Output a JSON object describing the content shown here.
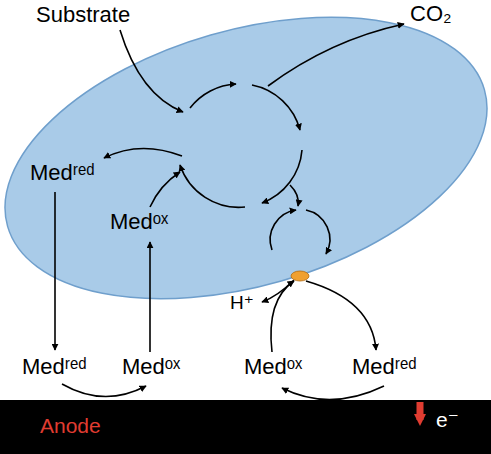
{
  "diagram": {
    "nodes": [
      {
        "text": [
          "Medʳᵉᵈ",
          "Medᵒˣ"
        ]
      },
      {
        "text": [
          "Anode",
          "e⁻"
        ]
      }
    ],
    "labels": [
      "Substrate",
      "CO₂",
      "Medʳᵉᵈ",
      "Medᵒˣ",
      "H⁺",
      "Medᵒˣ",
      "Medʳᵉᵈ"
    ]
  }
}
